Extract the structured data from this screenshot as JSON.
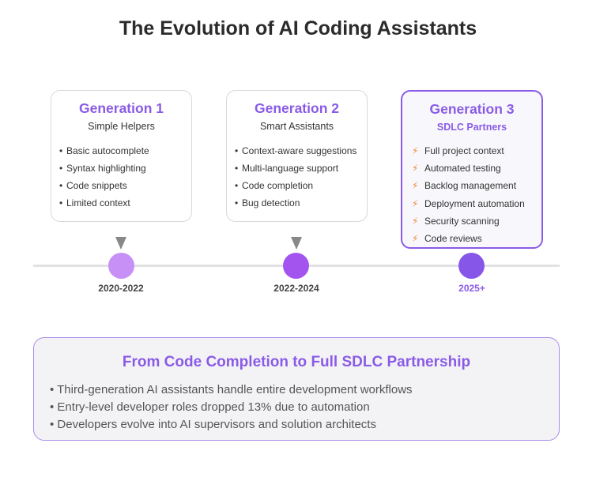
{
  "title": "The Evolution of AI Coding Assistants",
  "generations": [
    {
      "name": "Generation 1",
      "subtitle": "Simple Helpers",
      "bullet": "•",
      "items": [
        "Basic autocomplete",
        "Syntax highlighting",
        "Code snippets",
        "Limited context"
      ],
      "year": "2020-2022",
      "node_color": "#c690f7"
    },
    {
      "name": "Generation 2",
      "subtitle": "Smart Assistants",
      "bullet": "•",
      "items": [
        "Context-aware suggestions",
        "Multi-language support",
        "Code completion",
        "Bug detection"
      ],
      "year": "2022-2024",
      "node_color": "#a354ef"
    },
    {
      "name": "Generation 3",
      "subtitle": "SDLC Partners",
      "bullet": "⚡",
      "items": [
        "Full project context",
        "Automated testing",
        "Backlog management",
        "Deployment automation",
        "Security scanning",
        "Code reviews"
      ],
      "year": "2025+",
      "node_color": "#8656e8"
    }
  ],
  "summary": {
    "title": "From Code Completion to Full SDLC Partnership",
    "items": [
      "• Third-generation AI assistants handle entire development workflows",
      "• Entry-level developer roles dropped 13% due to automation",
      "• Developers evolve into AI supervisors and solution architects"
    ]
  },
  "colors": {
    "accent": "#8a5be6",
    "bolt": "#f0873c",
    "timeline": "#e2e2e2",
    "arrow": "#888888"
  }
}
